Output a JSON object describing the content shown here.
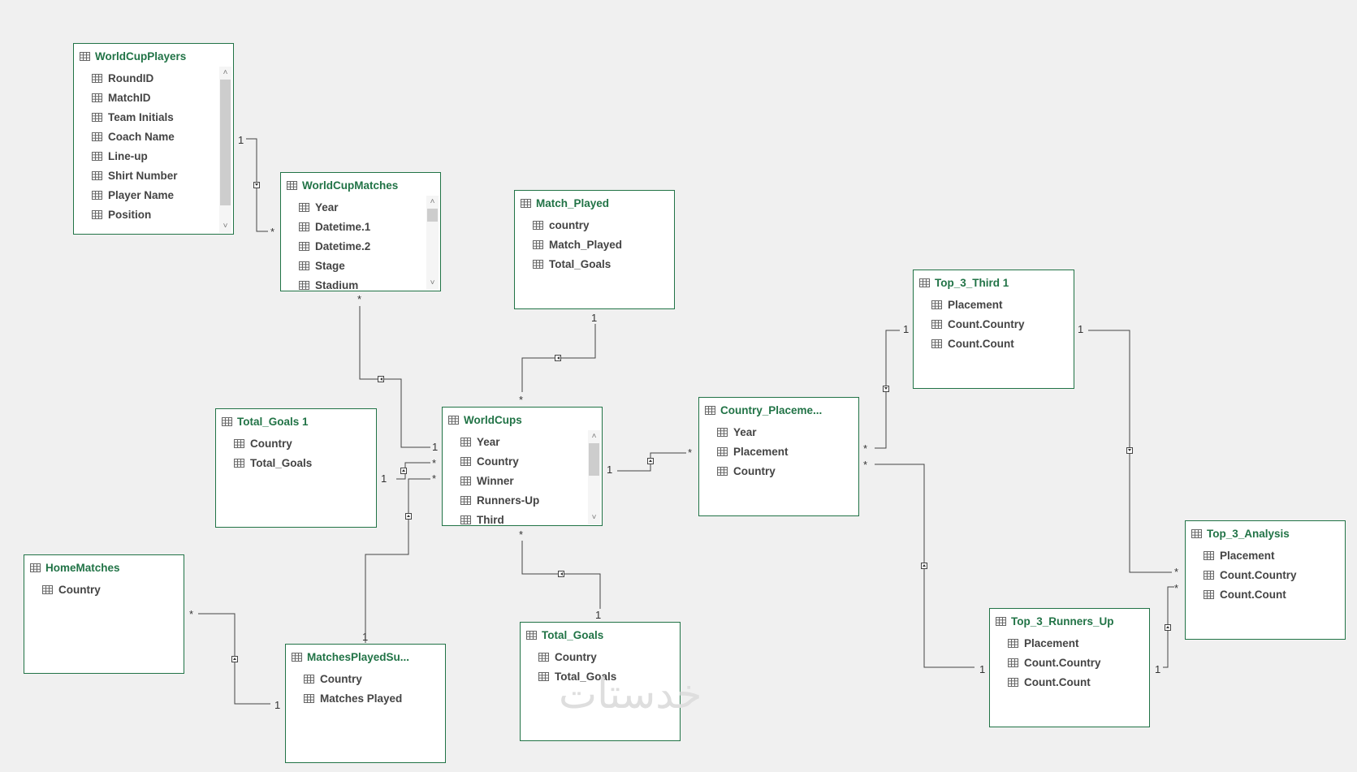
{
  "tables": [
    {
      "id": "worldcupplayers",
      "name": "WorldCupPlayers",
      "fields": [
        "RoundID",
        "MatchID",
        "Team Initials",
        "Coach Name",
        "Line-up",
        "Shirt Number",
        "Player Name",
        "Position"
      ],
      "scroll": true
    },
    {
      "id": "worldcupmatches",
      "name": "WorldCupMatches",
      "fields": [
        "Year",
        "Datetime.1",
        "Datetime.2",
        "Stage",
        "Stadium"
      ],
      "scroll": true
    },
    {
      "id": "match-played",
      "name": "Match_Played",
      "fields": [
        "country",
        "Match_Played",
        "Total_Goals"
      ],
      "scroll": false
    },
    {
      "id": "top-3-third-1",
      "name": "Top_3_Third 1",
      "fields": [
        "Placement",
        "Count.Country",
        "Count.Count"
      ],
      "scroll": false
    },
    {
      "id": "total-goals-1",
      "name": "Total_Goals 1",
      "fields": [
        "Country",
        "Total_Goals"
      ],
      "scroll": false
    },
    {
      "id": "worldcups",
      "name": "WorldCups",
      "fields": [
        "Year",
        "Country",
        "Winner",
        "Runners-Up",
        "Third"
      ],
      "scroll": true
    },
    {
      "id": "country-placement",
      "name": "Country_Placeme...",
      "fields": [
        "Year",
        "Placement",
        "Country"
      ],
      "scroll": false
    },
    {
      "id": "top-3-analysis",
      "name": "Top_3_Analysis",
      "fields": [
        "Placement",
        "Count.Country",
        "Count.Count"
      ],
      "scroll": false
    },
    {
      "id": "homematches",
      "name": "HomeMatches",
      "fields": [
        "Country"
      ],
      "scroll": false
    },
    {
      "id": "matchesplayedsu",
      "name": "MatchesPlayedSu...",
      "fields": [
        "Country",
        "Matches Played"
      ],
      "scroll": false
    },
    {
      "id": "total-goals",
      "name": "Total_Goals",
      "fields": [
        "Country",
        "Total_Goals"
      ],
      "scroll": false
    },
    {
      "id": "top-3-runners-up",
      "name": "Top_3_Runners_Up",
      "fields": [
        "Placement",
        "Count.Country",
        "Count.Count"
      ],
      "scroll": false
    }
  ],
  "cardinality": {
    "one": "1",
    "many": "*"
  },
  "colors": {
    "header": "#217346",
    "line": "#444444",
    "background": "#f0f0f0"
  },
  "watermark": "خدستات"
}
